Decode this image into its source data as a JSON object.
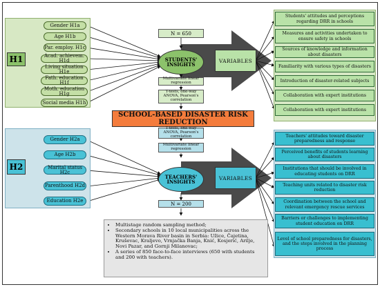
{
  "h1_label": "H1",
  "h2_label": "H2",
  "h1_items": [
    "Gender H1a",
    "Age H1b",
    "Par. employ. H1c",
    "Acad. achievem. H1d",
    "Living situation H1e",
    "Fath. education H1f",
    "Moth. education H1g",
    "Social media H1h"
  ],
  "h2_items": [
    "Gender H2a",
    "Age H2b",
    "Marital status H2c",
    "Parenthood H2d",
    "Education H2e"
  ],
  "students": {
    "n": "N = 650",
    "insights": "STUDENTS' INSIGHTS",
    "regression": "Multivariate linear regression",
    "tests": "T-tests, one-way ANOVA, Pearson's correlation"
  },
  "teachers": {
    "n": "N = 200",
    "insights": "TEACHERS' INSIGHTS",
    "regression": "Multivariate linear regression",
    "tests": "T-tests, one-way ANOVA, Pearson's correlation"
  },
  "variables_label": "VARIABLES",
  "title": "SCHOOL-BASED DISASTER RISK REDUCTION",
  "student_variables": [
    "Students' attitudes and perceptions regarding DRR in schools",
    "Measures and activities undertaken to ensure safety in schools",
    "Sources of knowledge and information about disasters",
    "Familiarity with various types of disasters",
    "Introduction of disaster-related subjects",
    "Collaboration with expert institutions",
    "Collaboration with expert institutions"
  ],
  "teacher_variables": [
    "Teachers' attitudes toward disaster preparedness and response",
    "Perceived benefits of students learning about disasters",
    "Institutions that should be involved in educating students on DRR",
    "Teaching units related to disaster risk reduction",
    "Coordination between the school and relevant emergency rescue services",
    "Barriers or challenges to implementing student education on DRR",
    "Level of school preparedness for disasters, and the steps involved in the planning process"
  ],
  "method_notes": [
    "Multistage random sampling method;",
    "Secondary schools in 10 local municipalities across the Western Morava River basin in Serbia: Užice, Čajetina, Kruševac, Kraljevo, Vrnjačka Banja, Knić, Kosjerić, Arilje, Novi Pazar, and Gornji Milanovac;",
    "A series of 850 face-to-face interviews (650 with students and 200 with teachers)."
  ],
  "colors": {
    "green_fill": "#c4dfa6",
    "blue_fill": "#49c2d6",
    "title_orange": "#f47c3c",
    "arrow_gray": "#4a4a4a"
  }
}
